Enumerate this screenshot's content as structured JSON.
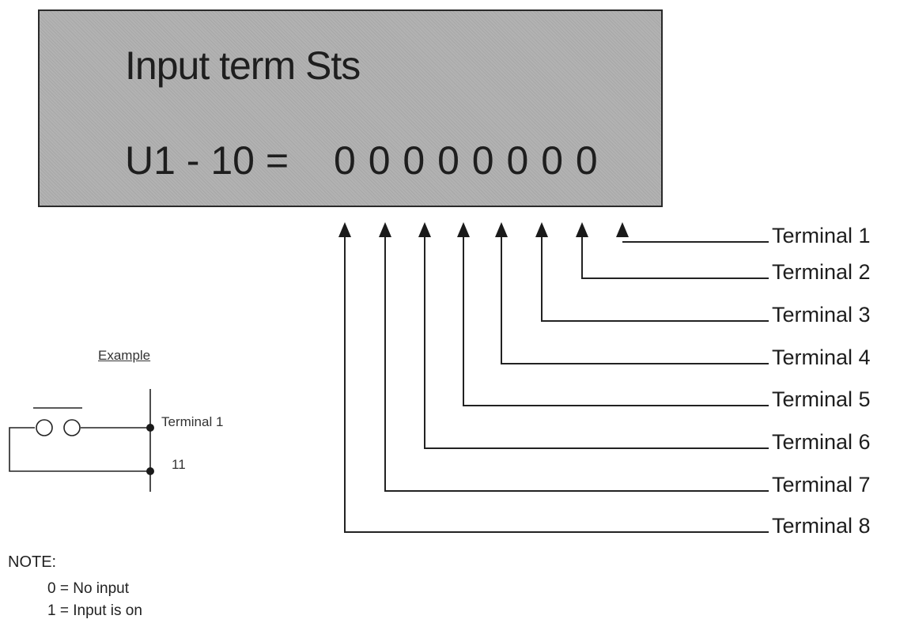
{
  "display": {
    "title": "Input term Sts",
    "parameter": "U1 - 10 =",
    "bits": "0 0 0 0 0 0 0 0"
  },
  "terminals": [
    "Terminal 1",
    "Terminal 2",
    "Terminal 3",
    "Terminal 4",
    "Terminal 5",
    "Terminal 6",
    "Terminal 7",
    "Terminal 8"
  ],
  "example": {
    "title": "Example",
    "terminal_label": "Terminal 1",
    "common_label": "11"
  },
  "note": {
    "heading": "NOTE:",
    "lines": [
      "0 = No input",
      "1 = Input is on"
    ]
  }
}
